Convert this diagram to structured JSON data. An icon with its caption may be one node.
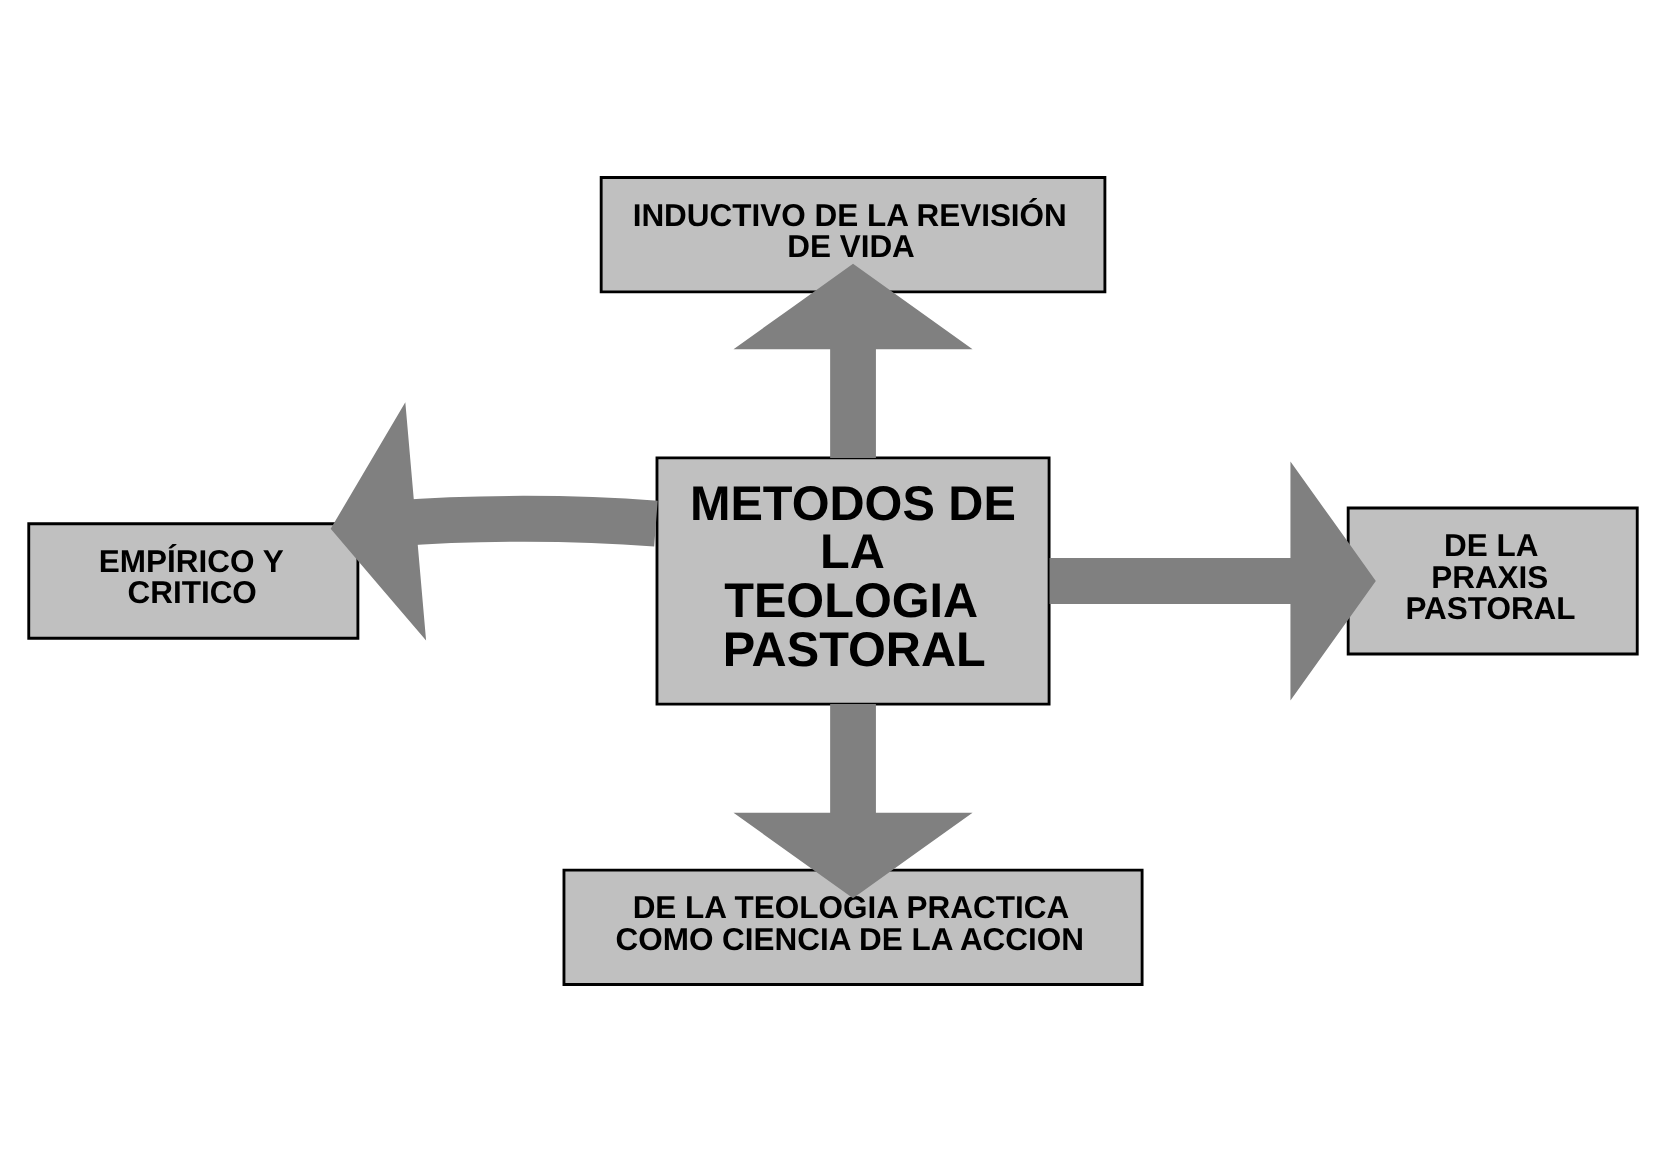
{
  "diagram": {
    "nodes": [
      {
        "text": [
          "INDUCTIVO DE LA REVISIÓN DE VIDA"
        ]
      },
      {
        "text": [
          "EMPÍRICO Y CRITICO"
        ]
      },
      {
        "text": [
          "METODOS DE LA TEOLOGIA PASTORAL"
        ]
      },
      {
        "text": [
          "DE LA PRAXIS PASTORAL"
        ]
      },
      {
        "text": [
          "DE LA TEOLOGIA PRACTICA COMO CIENCIA DE LA ACCION"
        ]
      }
    ],
    "edges": [
      {
        "from": 2,
        "to": 0,
        "arrow": "to"
      },
      {
        "from": 2,
        "to": 1,
        "arrow": "to"
      },
      {
        "from": 2,
        "to": 3,
        "arrow": "to"
      },
      {
        "from": 2,
        "to": 4,
        "arrow": "to"
      }
    ]
  }
}
